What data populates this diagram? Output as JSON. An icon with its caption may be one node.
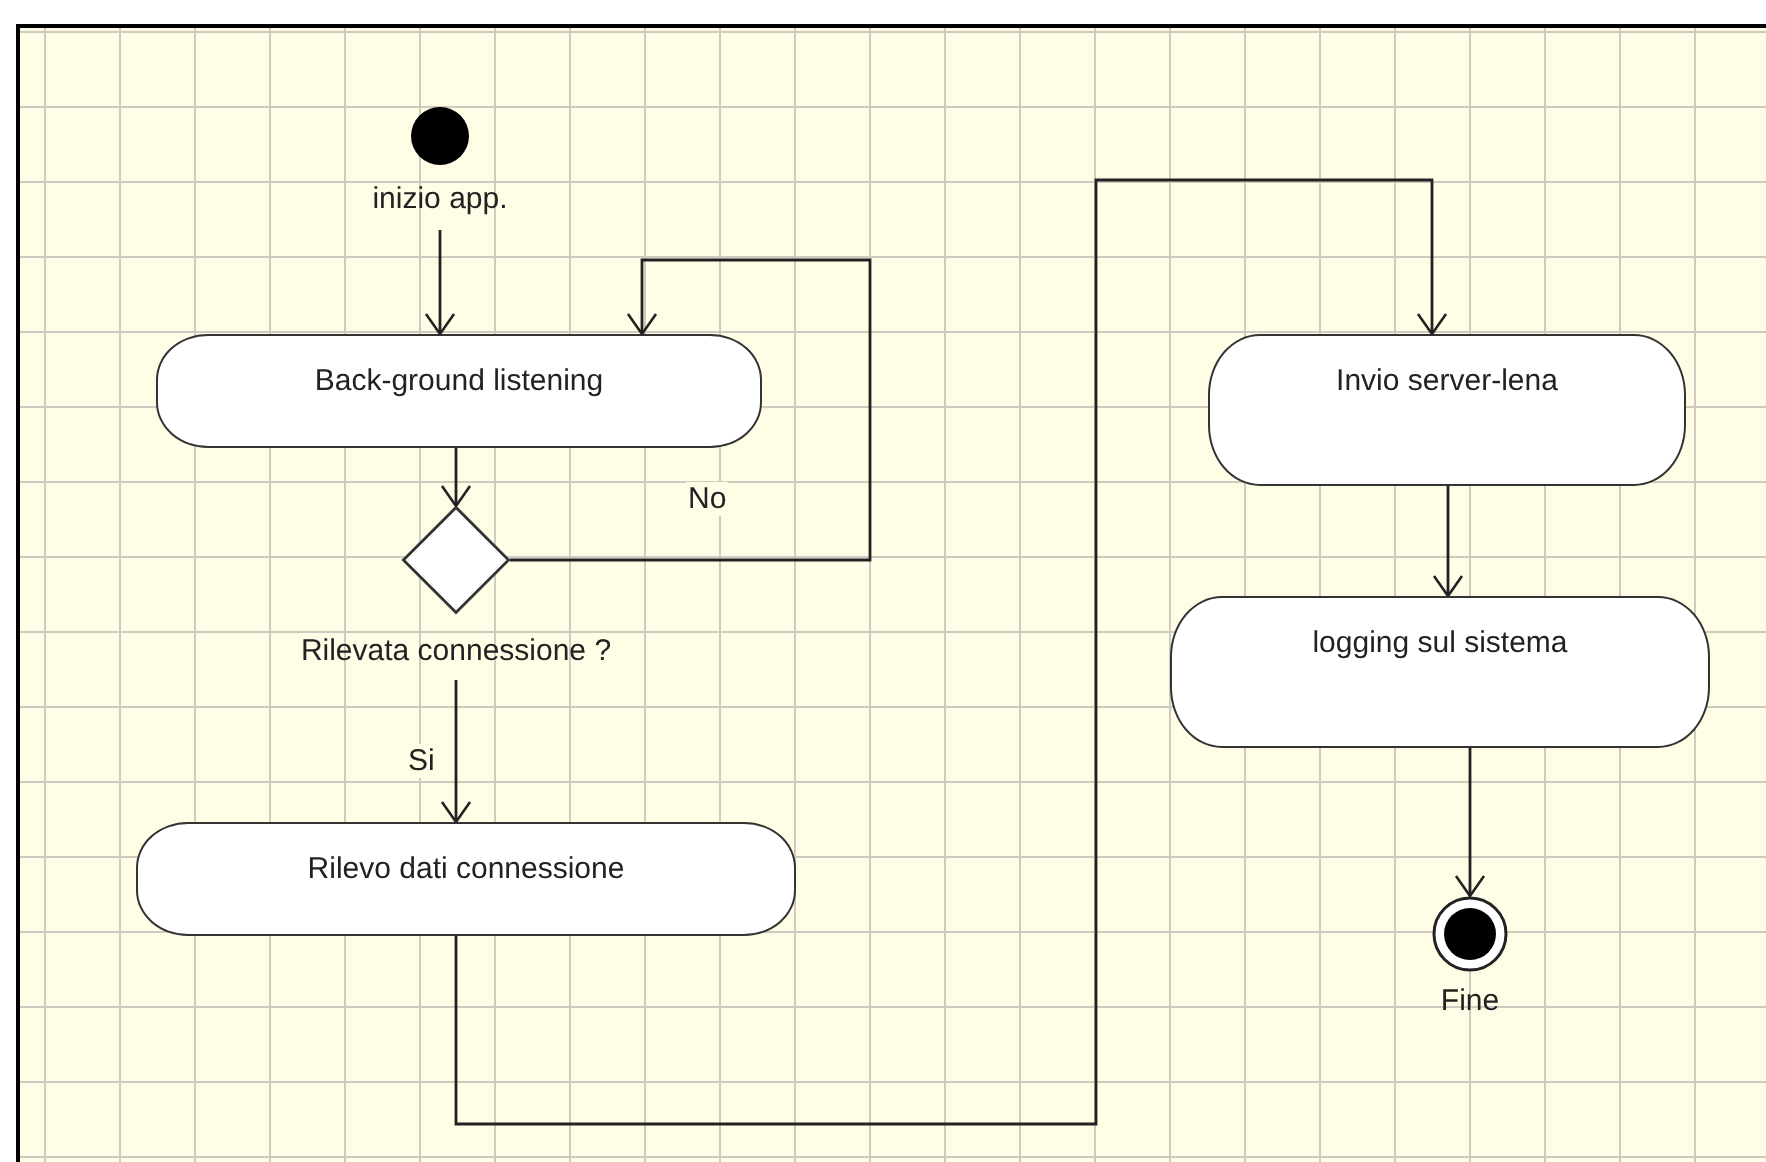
{
  "diagram": {
    "nodes": [
      {
        "text": [],
        "shape": "circle",
        "beside": [
          "inizio app."
        ]
      },
      {
        "text": [
          "Back-ground listening"
        ]
      },
      {
        "text": [],
        "shape": "diamond",
        "beside": [
          "Rilevata connessione ?"
        ]
      },
      {
        "text": [
          "Rilevo dati connessione"
        ]
      },
      {
        "text": [
          "Invio server-lena"
        ]
      },
      {
        "text": [
          "logging sul sistema"
        ]
      },
      {
        "text": [],
        "shape": "bullseye",
        "beside": [
          "Fine"
        ]
      }
    ],
    "edges": [
      {
        "from": 0,
        "to": 1,
        "arrow": "to"
      },
      {
        "from": 1,
        "to": 2,
        "arrow": "to"
      },
      {
        "from": 2,
        "to": 1,
        "arrow": "to",
        "label": "No"
      },
      {
        "from": 2,
        "to": 3,
        "arrow": "to",
        "label": "Si"
      },
      {
        "from": 3,
        "to": 4,
        "arrow": "to"
      },
      {
        "from": 4,
        "to": 5,
        "arrow": "to"
      },
      {
        "from": 5,
        "to": 6,
        "arrow": "to"
      }
    ]
  }
}
